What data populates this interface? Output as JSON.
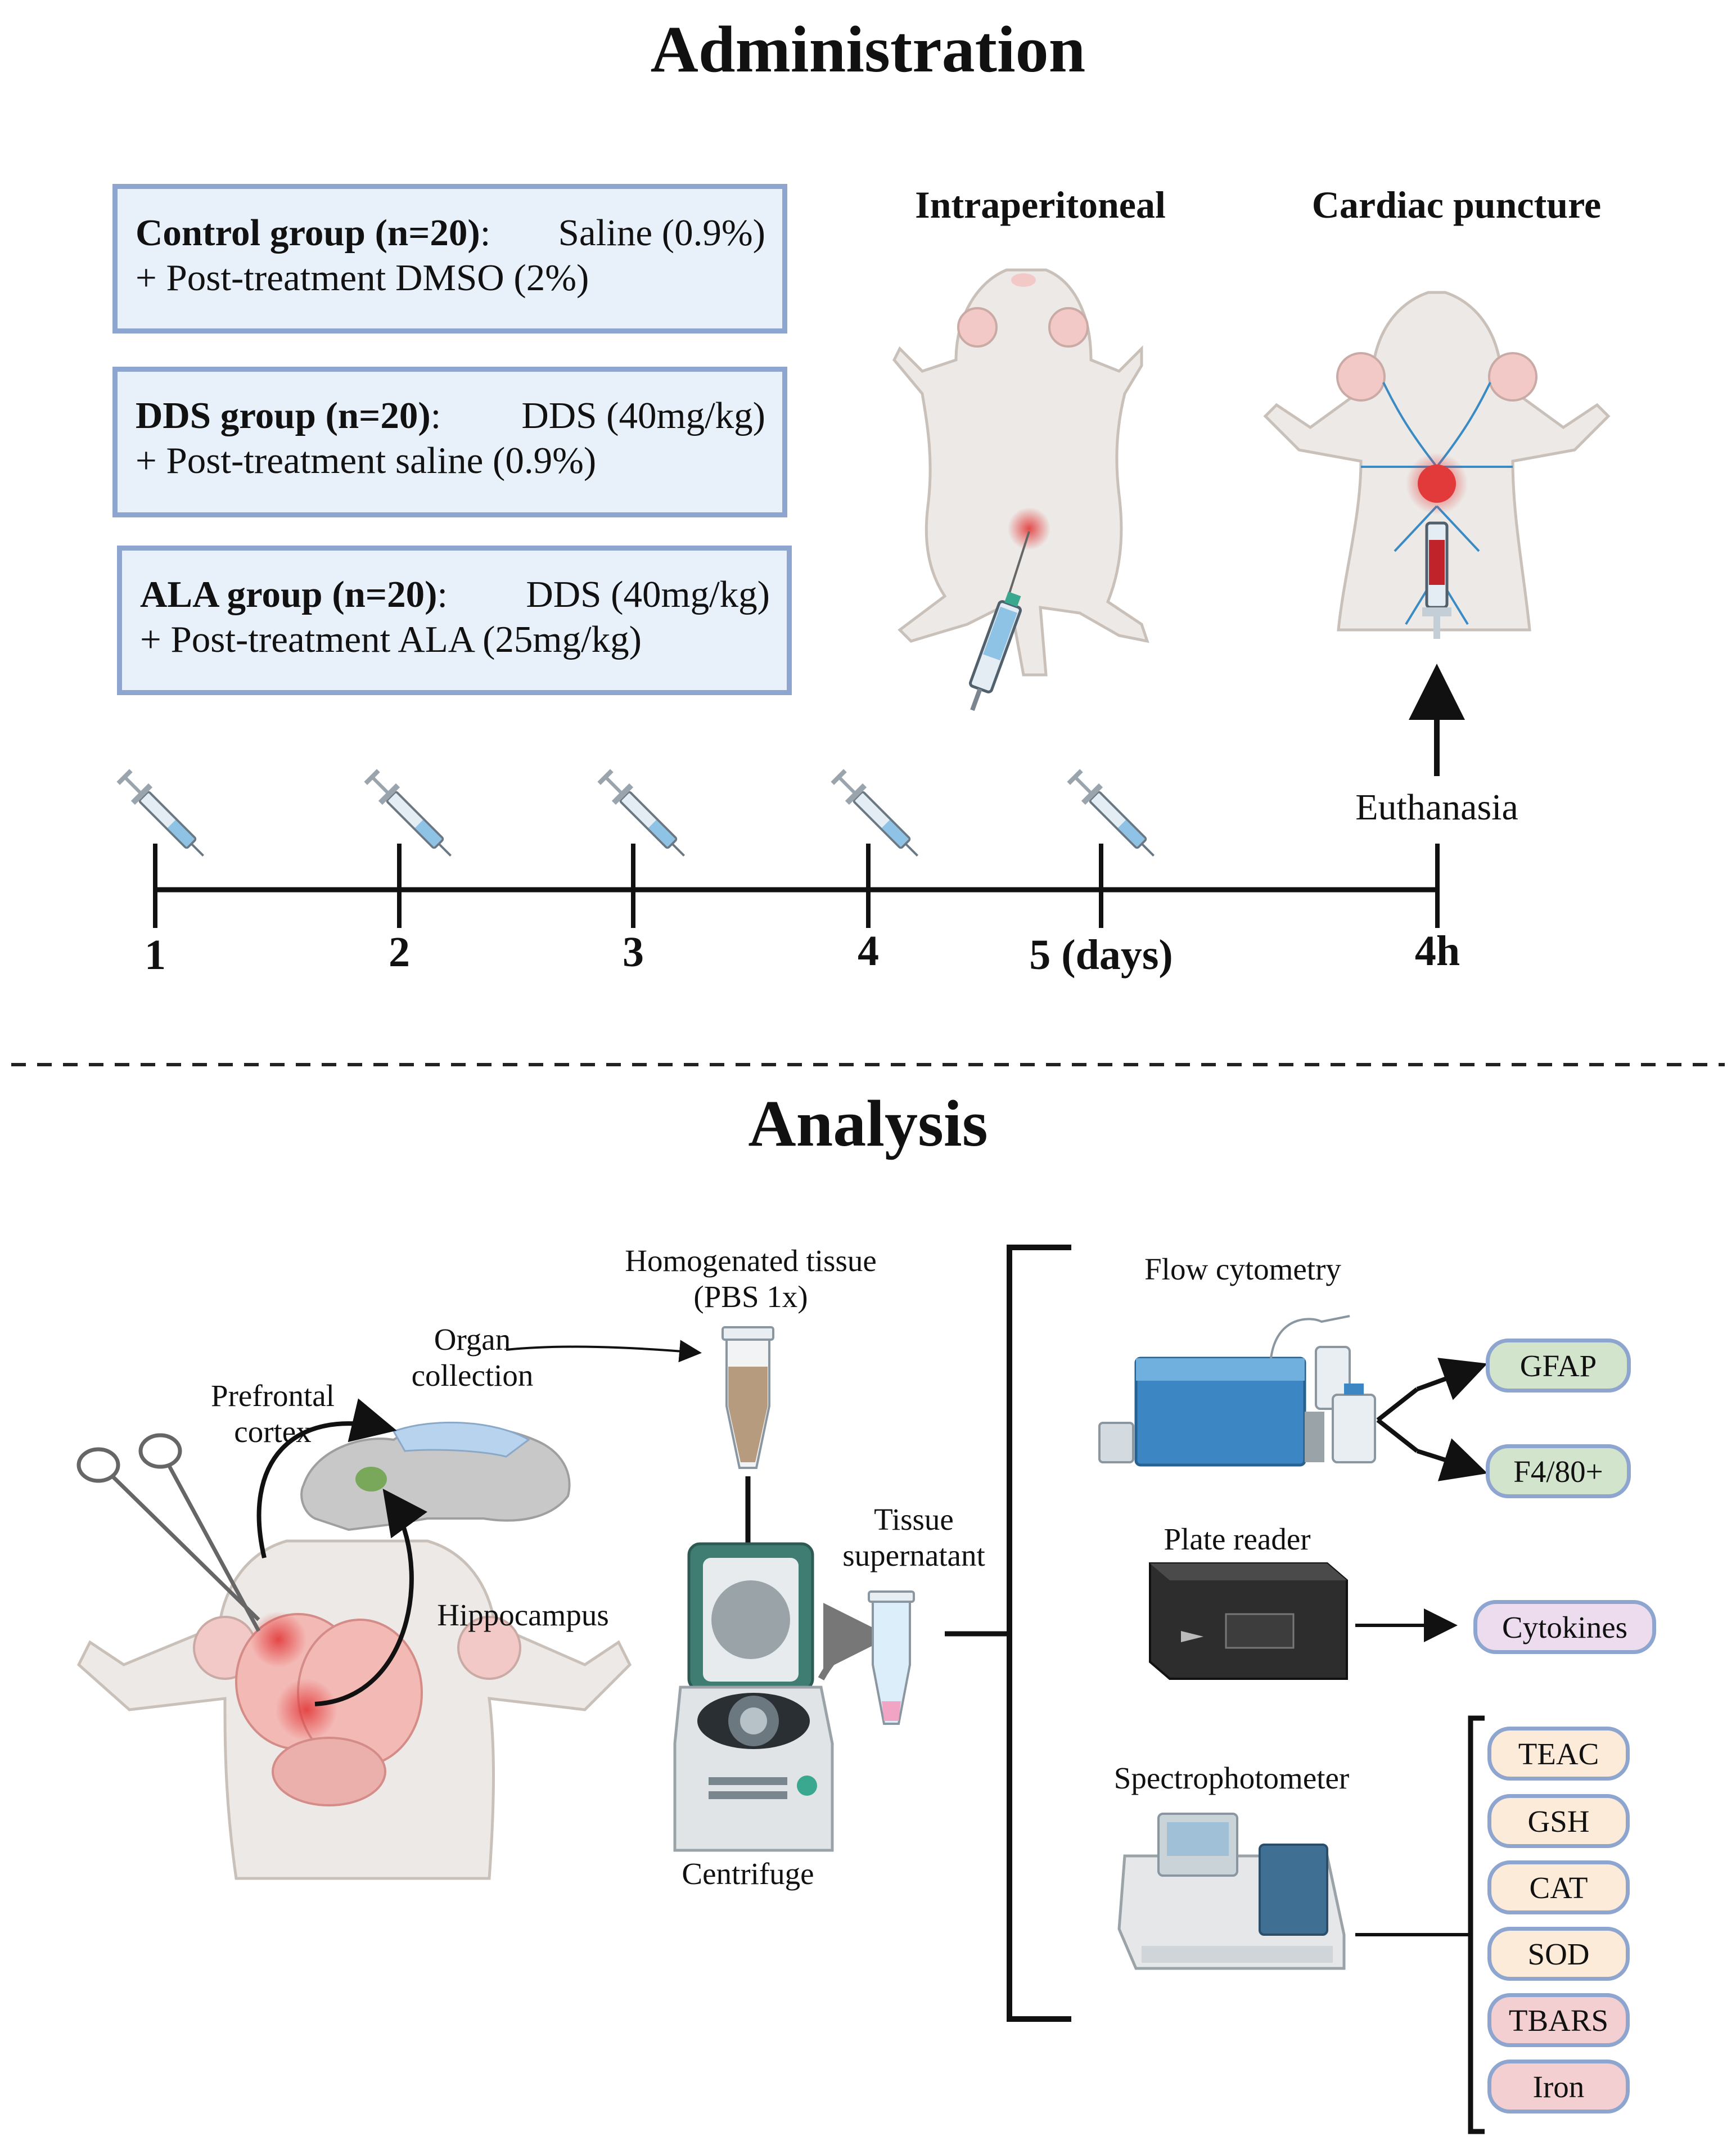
{
  "administration": {
    "title": "Administration",
    "groups": [
      {
        "name": "Control group (n=20)",
        "treatment": "Saline (0.9%)",
        "post": "+ Post-treatment DMSO (2%)"
      },
      {
        "name": "DDS group (n=20)",
        "treatment": "DDS (40mg/kg)",
        "post": "+ Post-treatment saline (0.9%)"
      },
      {
        "name": "ALA group (n=20)",
        "treatment": "DDS (40mg/kg)",
        "post": "+ Post-treatment ALA (25mg/kg)"
      }
    ],
    "route_label": "Intraperitoneal",
    "sampling_label": "Cardiac puncture",
    "euthanasia_label": "Euthanasia",
    "timeline": [
      "1",
      "2",
      "3",
      "4",
      "5 (days)",
      "4h"
    ]
  },
  "analysis": {
    "title": "Analysis",
    "labels": {
      "prefrontal": "Prefrontal cortex",
      "hippocampus": "Hippocampus",
      "organ_collection": "Organ collection",
      "homogenated": "Homogenated tissue",
      "homogenated_sub": "(PBS 1x)",
      "supernatant": "Tissue supernatant",
      "centrifuge": "Centrifuge",
      "flow": "Flow cytometry",
      "plate": "Plate reader",
      "spectro": "Spectrophotometer"
    },
    "flow_markers": [
      "GFAP",
      "F4/80+"
    ],
    "plate_outputs": [
      "Cytokines"
    ],
    "spectro_outputs": [
      "TEAC",
      "GSH",
      "CAT",
      "SOD",
      "TBARS",
      "Iron"
    ]
  },
  "colors": {
    "box_fill": "#e8f0fa",
    "box_border": "#8ea6cf",
    "marker_green": "#d3e4cc",
    "cytokine_pink": "#ecdcee",
    "antiox_peach": "#fcebd8",
    "oxidative_red": "#f3cfd1",
    "mouse_body": "#ece9e6",
    "highlight_red": "#e23a3a"
  }
}
